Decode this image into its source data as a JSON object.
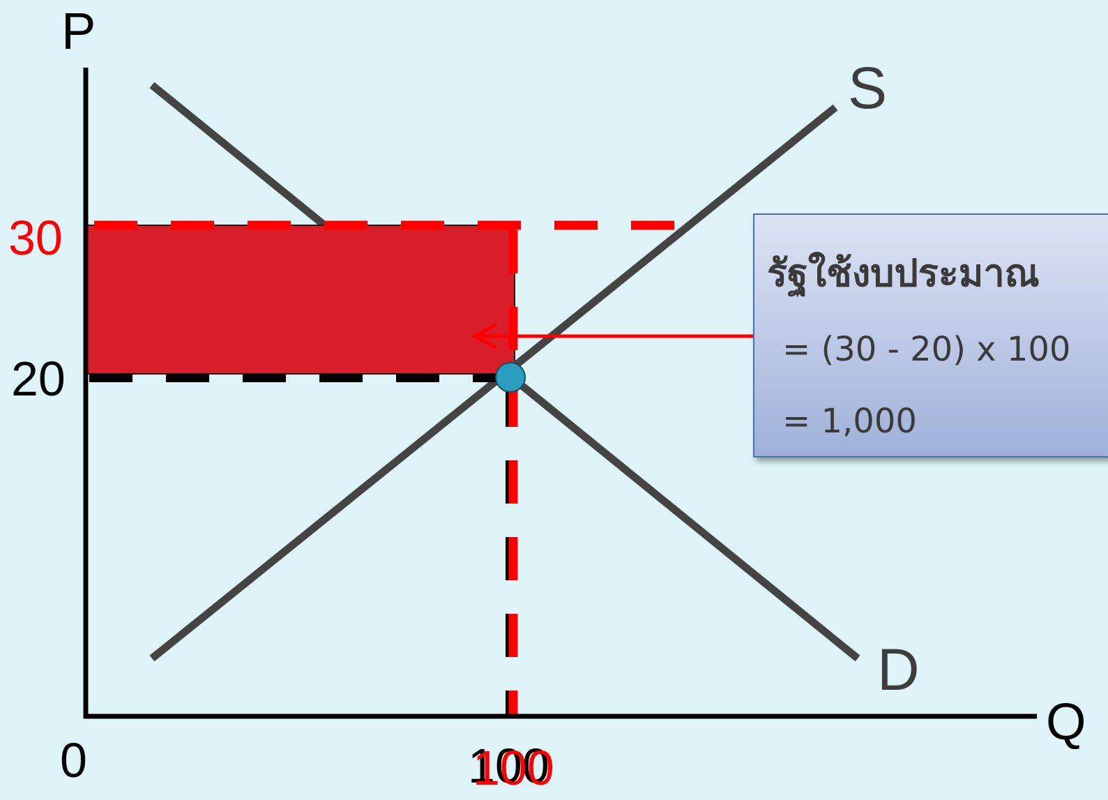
{
  "axes": {
    "y_label": "P",
    "x_label": "Q"
  },
  "ticks": {
    "origin": "0",
    "price_high": "30",
    "price_low": "20",
    "quantity": "100"
  },
  "curves": {
    "supply_label": "S",
    "demand_label": "D"
  },
  "callout": {
    "title": "รัฐใช้งบประมาณ",
    "equation_line": "=  (30 - 20) x 100",
    "result_line": "=  1,000"
  },
  "colors": {
    "background": "#dff4f9",
    "highlight_red": "#ff0000",
    "area_fill": "#d81e28",
    "curve_gray": "#444444",
    "equilibrium_point": "#2b9ec0"
  }
}
